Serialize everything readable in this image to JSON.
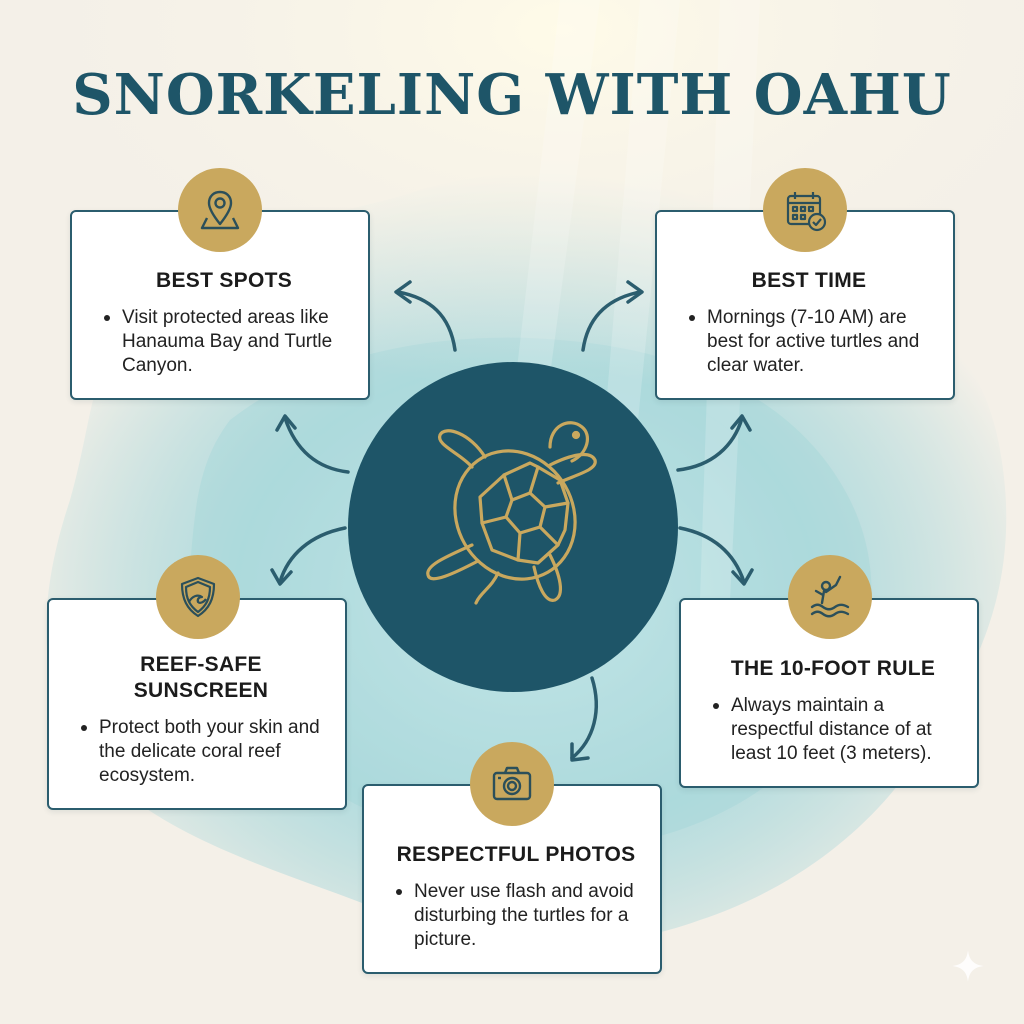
{
  "title": "SNORKELING WITH OAHU",
  "colors": {
    "title": "#1e5568",
    "center_circle": "#1e5568",
    "badge_gold": "#c9a85e",
    "card_border": "#2b5d6e",
    "watercolor": "#7fc4cc"
  },
  "center": {
    "icon": "sea-turtle-icon"
  },
  "cards": {
    "best_spots": {
      "icon": "map-pin-icon",
      "heading": "BEST SPOTS",
      "bullet": "Visit protected areas like Hanauma Bay and Turtle Canyon."
    },
    "best_time": {
      "icon": "calendar-check-icon",
      "heading": "BEST TIME",
      "bullet": "Mornings (7-10 AM) are best for active turtles and clear water."
    },
    "sunscreen": {
      "icon": "shield-wave-icon",
      "heading": "REEF-SAFE SUNSCREEN",
      "bullet": "Protect both your skin and the delicate coral reef ecosystem."
    },
    "ten_foot_rule": {
      "icon": "swimmer-icon",
      "heading": "THE 10-FOOT RULE",
      "bullet": "Always maintain a respectful distance of at least 10 feet (3 meters)."
    },
    "photos": {
      "icon": "camera-icon",
      "heading": "RESPECTFUL PHOTOS",
      "bullet": "Never use flash and avoid disturbing the turtles for a picture."
    }
  }
}
